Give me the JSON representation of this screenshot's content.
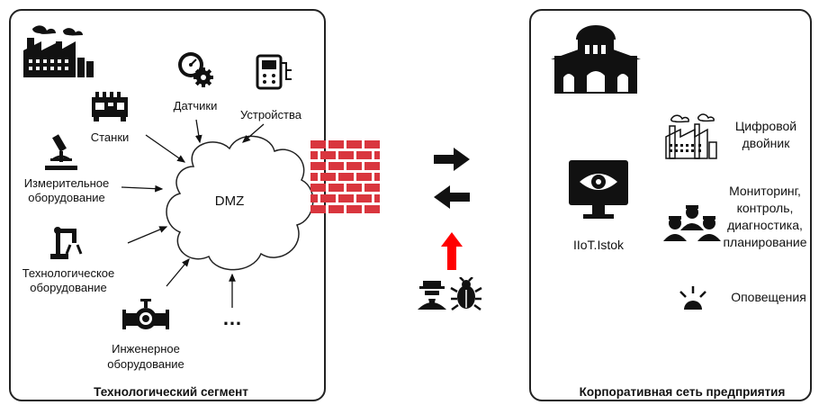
{
  "left_segment": {
    "title": "Технологический сегмент",
    "sources": {
      "machines": "Станки",
      "sensors": "Датчики",
      "devices": "Устройства",
      "measuring_1": "Измерительное",
      "measuring_2": "оборудование",
      "process_1": "Технологическое",
      "process_2": "оборудование",
      "engineering_1": "Инженерное",
      "engineering_2": "оборудование",
      "more": "…"
    },
    "hub": "DMZ"
  },
  "right_segment": {
    "title": "Корпоративная сеть предприятия",
    "platform": "IIoT.Istok",
    "features": {
      "digital_twin_1": "Цифровой",
      "digital_twin_2": "двойник",
      "monitoring_1": "Мониторинг,",
      "monitoring_2": "контроль,",
      "monitoring_3": "диагностика,",
      "monitoring_4": "планирование",
      "alerts": "Оповещения"
    }
  },
  "colors": {
    "firewall": "#d9363e",
    "attack_arrow": "#ff0000",
    "ink": "#111111"
  },
  "icons": [
    "factory-icon",
    "cnc-machine-icon",
    "sensor-gauge-icon",
    "device-meter-icon",
    "microscope-icon",
    "robot-arm-icon",
    "valve-icon",
    "firewall-icon",
    "arrow-right-icon",
    "arrow-left-icon",
    "attack-arrow-icon",
    "hacker-icon",
    "bug-icon",
    "corporate-building-icon",
    "monitor-eye-icon",
    "digital-twin-factory-icon",
    "team-icon",
    "alarm-icon"
  ]
}
